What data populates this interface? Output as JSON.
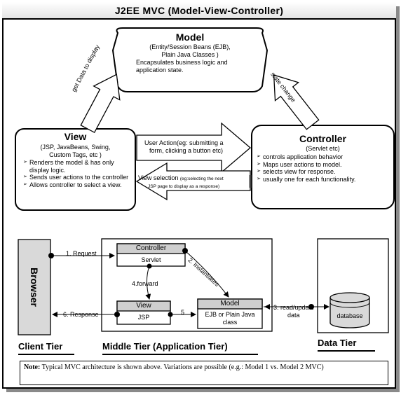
{
  "title": "J2EE MVC (Model-View-Controller)",
  "model": {
    "heading": "Model",
    "subtitle_line1": "(Entity/Session Beans (EJB),",
    "subtitle_line2": "Plain Java Classes )",
    "desc_line1": "Encapsulates business logic and",
    "desc_line2": "application state."
  },
  "view": {
    "heading": "View",
    "subtitle_line1": "(JSP, JavaBeans, Swing,",
    "subtitle_line2": "Custom Tags, etc )",
    "bullets": [
      "Renders the model & has only display logic.",
      "Sends user actions to the controller",
      "Allows controller to select a view."
    ]
  },
  "controller": {
    "heading": "Controller",
    "subtitle": "(Servlet etc)",
    "bullets": [
      "controls application behavior",
      "Maps user actions to model.",
      "selects view for response.",
      "usually one for each functionality."
    ]
  },
  "arrows": {
    "get_data": "get Data to display",
    "state_change": "state change",
    "user_action_line1": "User Action(eg: submitting a",
    "user_action_line2": "form, clicking a button etc)",
    "view_selection_label": "View selection",
    "view_selection_note_line1": "(eg:selecting the next",
    "view_selection_note_line2": "JSP page to display as a response)"
  },
  "bottom": {
    "browser": "Browser",
    "request": "1. Request",
    "response": "6. Response",
    "controller_box": "Controller",
    "servlet": "Servlet",
    "instantiates": "2. Instantiates",
    "forward": "4.forward",
    "view_box": "View",
    "jsp": "JSP",
    "five": "5",
    "model_box": "Model",
    "model_content_line1": "EJB or Plain Java",
    "model_content_line2": "class",
    "read_update_line1": "3. read/update",
    "read_update_line2": "data",
    "database": "database"
  },
  "tiers": {
    "client": "Client Tier",
    "middle": "Middle Tier (Application Tier)",
    "data": "Data Tier"
  },
  "note": {
    "label": "Note:",
    "text": " Typical MVC architecture is shown above. Variations are possible (e.g.: Model 1 vs. Model 2 MVC)"
  }
}
